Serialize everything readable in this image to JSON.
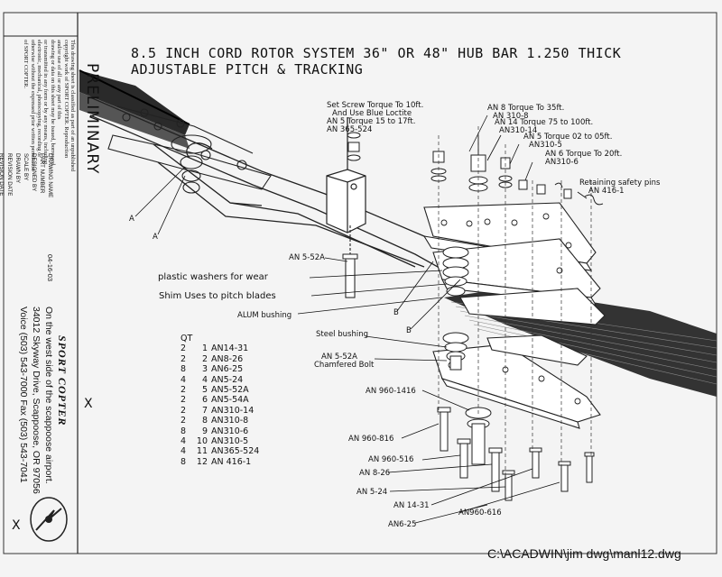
{
  "title": {
    "line1": "8.5 INCH CORD ROTOR SYSTEM 36\" OR 48\"   HUB BAR 1.250 THICK",
    "line2": "ADJUSTABLE PITCH & TRACKING"
  },
  "callouts": {
    "set_screw_1": "Set Screw Torque To 10ft.",
    "set_screw_2": "And Use Blue Loctite",
    "an5_torque": "AN 5 Torque 15 to 17ft.",
    "an365_524": "AN 365-524",
    "an8_torque": "AN 8 Torque To 35ft.",
    "an310_8": "AN 310-8",
    "an14_torque": "AN 14 Torque 75 to 100ft.",
    "an310_14": "AN310-14",
    "an5_torque2": "AN 5 Torque 02 to 05ft.",
    "an310_5": "AN310-5",
    "an6_torque": "AN 6 Torque To 20ft.",
    "an310_6": "AN310-6",
    "retaining_1": "Retaining safety pins",
    "retaining_2": "AN 416-1",
    "an5_52a_top": "AN 5-52A",
    "plastic_washers": "plastic washers for wear",
    "shim": "Shim Uses to pitch blades",
    "alum_bushing": "ALUM bushing",
    "steel_bushing": "Steel bushing",
    "an5_52a_bottom": "AN 5-52A",
    "chamfered_bolt": "Chamfered Bolt",
    "an960_1416": "AN 960-1416",
    "an960_816": "AN 960-816",
    "an960_516": "AN 960-516",
    "an8_26": "AN 8-26",
    "an5_24": "AN 5-24",
    "an14_31": "AN 14-31",
    "an960_616": "AN960-616",
    "an6_25": "AN6-25",
    "label_a1": "A",
    "label_a2": "A",
    "label_b1": "B",
    "label_b2": "B"
  },
  "parts_list": {
    "header": "QT",
    "rows": [
      {
        "qty": "2",
        "num": "1",
        "part": "AN14-31"
      },
      {
        "qty": "2",
        "num": "2",
        "part": "AN8-26"
      },
      {
        "qty": "8",
        "num": "3",
        "part": "AN6-25"
      },
      {
        "qty": "4",
        "num": "4",
        "part": "AN5-24"
      },
      {
        "qty": "2",
        "num": "5",
        "part": "AN5-52A"
      },
      {
        "qty": "2",
        "num": "6",
        "part": "AN5-54A"
      },
      {
        "qty": "2",
        "num": "7",
        "part": "AN310-14"
      },
      {
        "qty": "2",
        "num": "8",
        "part": "AN310-8"
      },
      {
        "qty": "8",
        "num": "9",
        "part": "AN310-6"
      },
      {
        "qty": "4",
        "num": "10",
        "part": "AN310-5"
      },
      {
        "qty": "4",
        "num": "11",
        "part": "AN365-524"
      },
      {
        "qty": "8",
        "num": "12",
        "part": "AN 416-1"
      }
    ]
  },
  "title_block": {
    "notice": [
      "This drawing sheet is classified as part of an unpublished",
      "copyright work of SPORT COPTER. Reproduction",
      "and/or use of all or any part of this",
      "drawing or data on this sheet may be issued, borrowed,",
      "or transmitted in any form or by any means, including",
      "electronic, mechanical, photocopying, recording or",
      "otherwise without the expressed prior written permission",
      "of SPORT COPTER."
    ],
    "labels": [
      "DRAWING NAME",
      "PART NUMBER",
      "DESIGNED BY",
      "SCALE BY",
      "DRAWN BY",
      "REVISION DATE",
      "REVISION DATE",
      "REVISION DATE",
      "REVISION DATE",
      "DATE LAST UPDATED"
    ],
    "date_value": "04-16-03",
    "preliminary": "PRELIMINARY",
    "company": "SPORT COPTER",
    "address_1": "On the west side of the scappoose airport.",
    "address_2": "34012 Skyway Drive, Scappoose, OR 97056",
    "address_3": "Voice (503) 543-7000  Fax (503) 543-7041",
    "x_mark_1": "X",
    "x_mark_2": "X"
  },
  "file_path": "C:\\ACADWIN\\jim dwg\\manl12.dwg"
}
